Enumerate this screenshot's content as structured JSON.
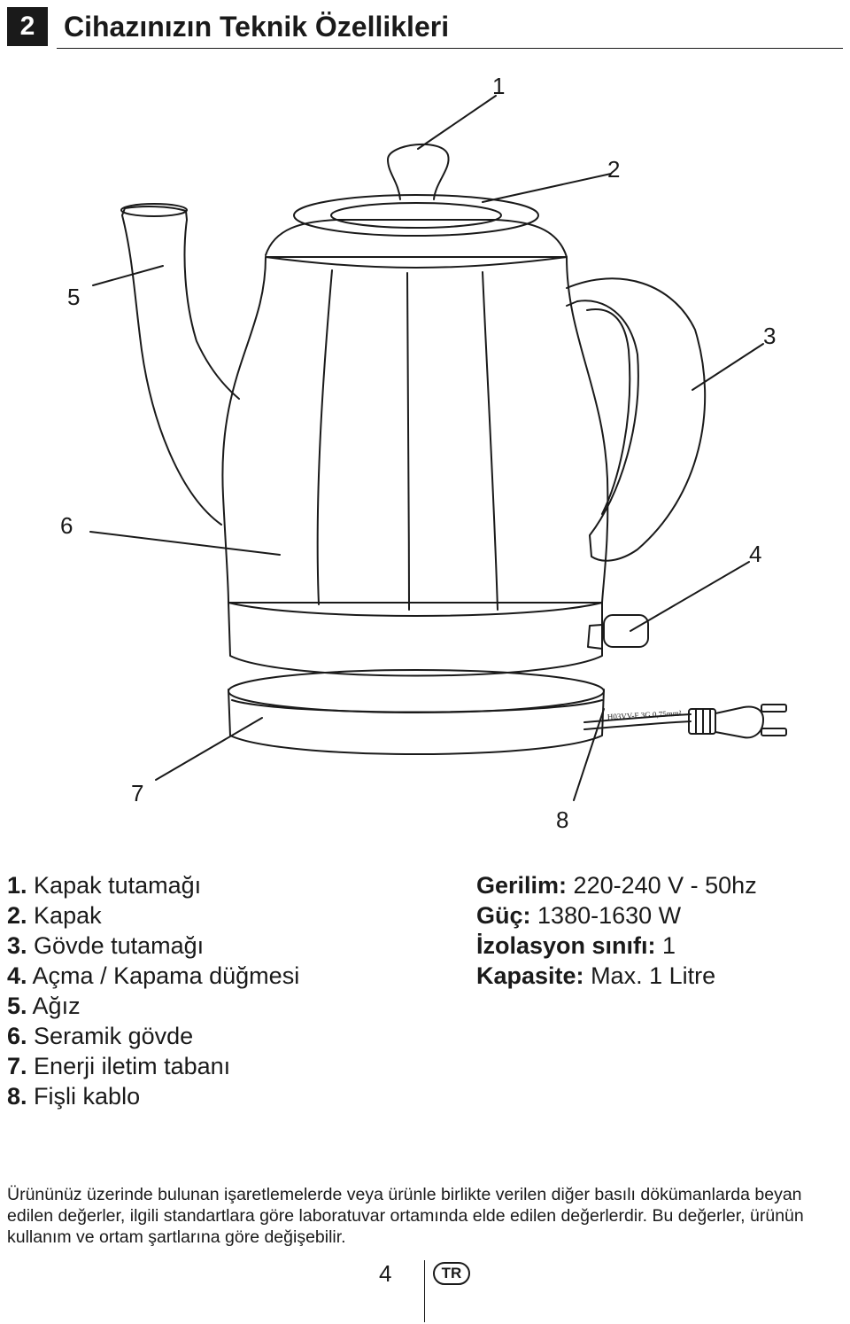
{
  "header": {
    "section_number": "2",
    "title": "Cihazınızın Teknik Özellikleri"
  },
  "diagram": {
    "callouts": [
      "1",
      "2",
      "3",
      "4",
      "5",
      "6",
      "7",
      "8"
    ],
    "cord_marking": "H03VV-F 3G 0,75mm²"
  },
  "parts": [
    {
      "num": "1.",
      "label": "Kapak tutamağı"
    },
    {
      "num": "2.",
      "label": "Kapak"
    },
    {
      "num": "3.",
      "label": "Gövde tutamağı"
    },
    {
      "num": "4.",
      "label": "Açma / Kapama düğmesi"
    },
    {
      "num": "5.",
      "label": "Ağız"
    },
    {
      "num": "6.",
      "label": "Seramik gövde"
    },
    {
      "num": "7.",
      "label": "Enerji iletim tabanı"
    },
    {
      "num": "8.",
      "label": "Fişli kablo"
    }
  ],
  "specs": [
    {
      "label": "Gerilim:",
      "value": "220-240 V - 50hz"
    },
    {
      "label": "Güç:",
      "value": "1380-1630 W"
    },
    {
      "label": "İzolasyon sınıfı:",
      "value": "1"
    },
    {
      "label": "Kapasite:",
      "value": "Max. 1 Litre"
    }
  ],
  "note": "Ürününüz üzerinde bulunan işaretlemelerde veya ürünle birlikte verilen diğer basılı dökümanlarda beyan edilen değerler, ilgili standartlara göre laboratuvar ortamında elde edilen değerlerdir. Bu değerler, ürünün kullanım ve ortam şartlarına göre değişebilir.",
  "footer": {
    "page_number": "4",
    "language": "TR"
  }
}
